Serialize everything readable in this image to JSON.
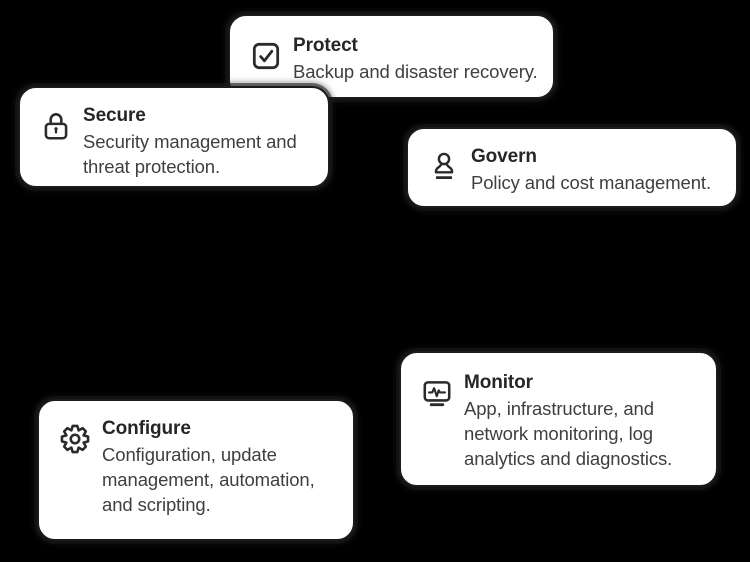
{
  "colors": {
    "background": "#000000",
    "card_bg": "#ffffff",
    "border": "#1b1b1b",
    "title": "#262626",
    "description": "#3f3f3f",
    "icon": "#2b2b2b"
  },
  "cards": [
    {
      "id": "protect",
      "icon": "check-square-icon",
      "title": "Protect",
      "description": "Backup and disaster recovery."
    },
    {
      "id": "secure",
      "icon": "lock-icon",
      "title": "Secure",
      "description": "Security management and threat protection."
    },
    {
      "id": "govern",
      "icon": "stamp-icon",
      "title": "Govern",
      "description": "Policy and cost management."
    },
    {
      "id": "monitor",
      "icon": "monitor-pulse-icon",
      "title": "Monitor",
      "description": "App, infrastructure, and network monitoring, log analytics and diagnostics."
    },
    {
      "id": "configure",
      "icon": "gear-icon",
      "title": "Configure",
      "description": "Configuration, update management, automation, and scripting."
    }
  ]
}
